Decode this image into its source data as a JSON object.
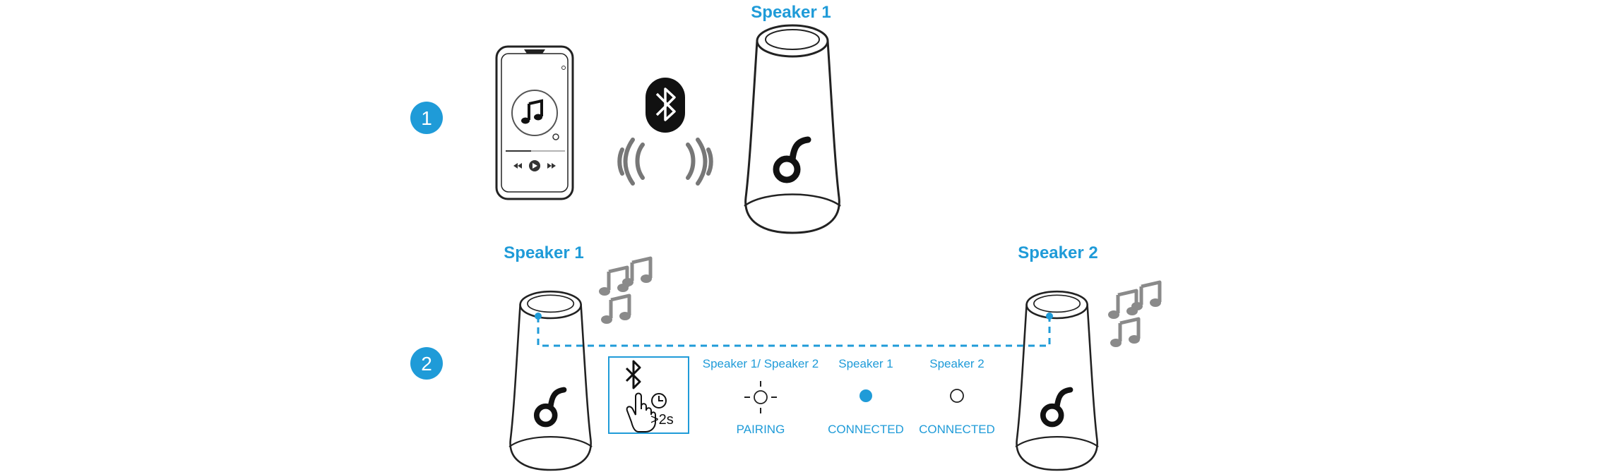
{
  "step1": {
    "number": "1",
    "speaker_label": "Speaker 1"
  },
  "step2": {
    "number": "2",
    "speaker1_label": "Speaker 1",
    "speaker2_label": "Speaker 2",
    "hold_time": ">2s",
    "status": [
      {
        "header": "Speaker 1/ Speaker 2",
        "state": "PAIRING",
        "indicator": "flashing-light-icon"
      },
      {
        "header": "Speaker 1",
        "state": "CONNECTED",
        "indicator": "solid-dot-icon"
      },
      {
        "header": "Speaker 2",
        "state": "CONNECTED",
        "indicator": "hollow-dot-icon"
      }
    ]
  },
  "colors": {
    "accent": "#1f9bd8",
    "line": "#222222",
    "gray": "#8a8a8a"
  }
}
